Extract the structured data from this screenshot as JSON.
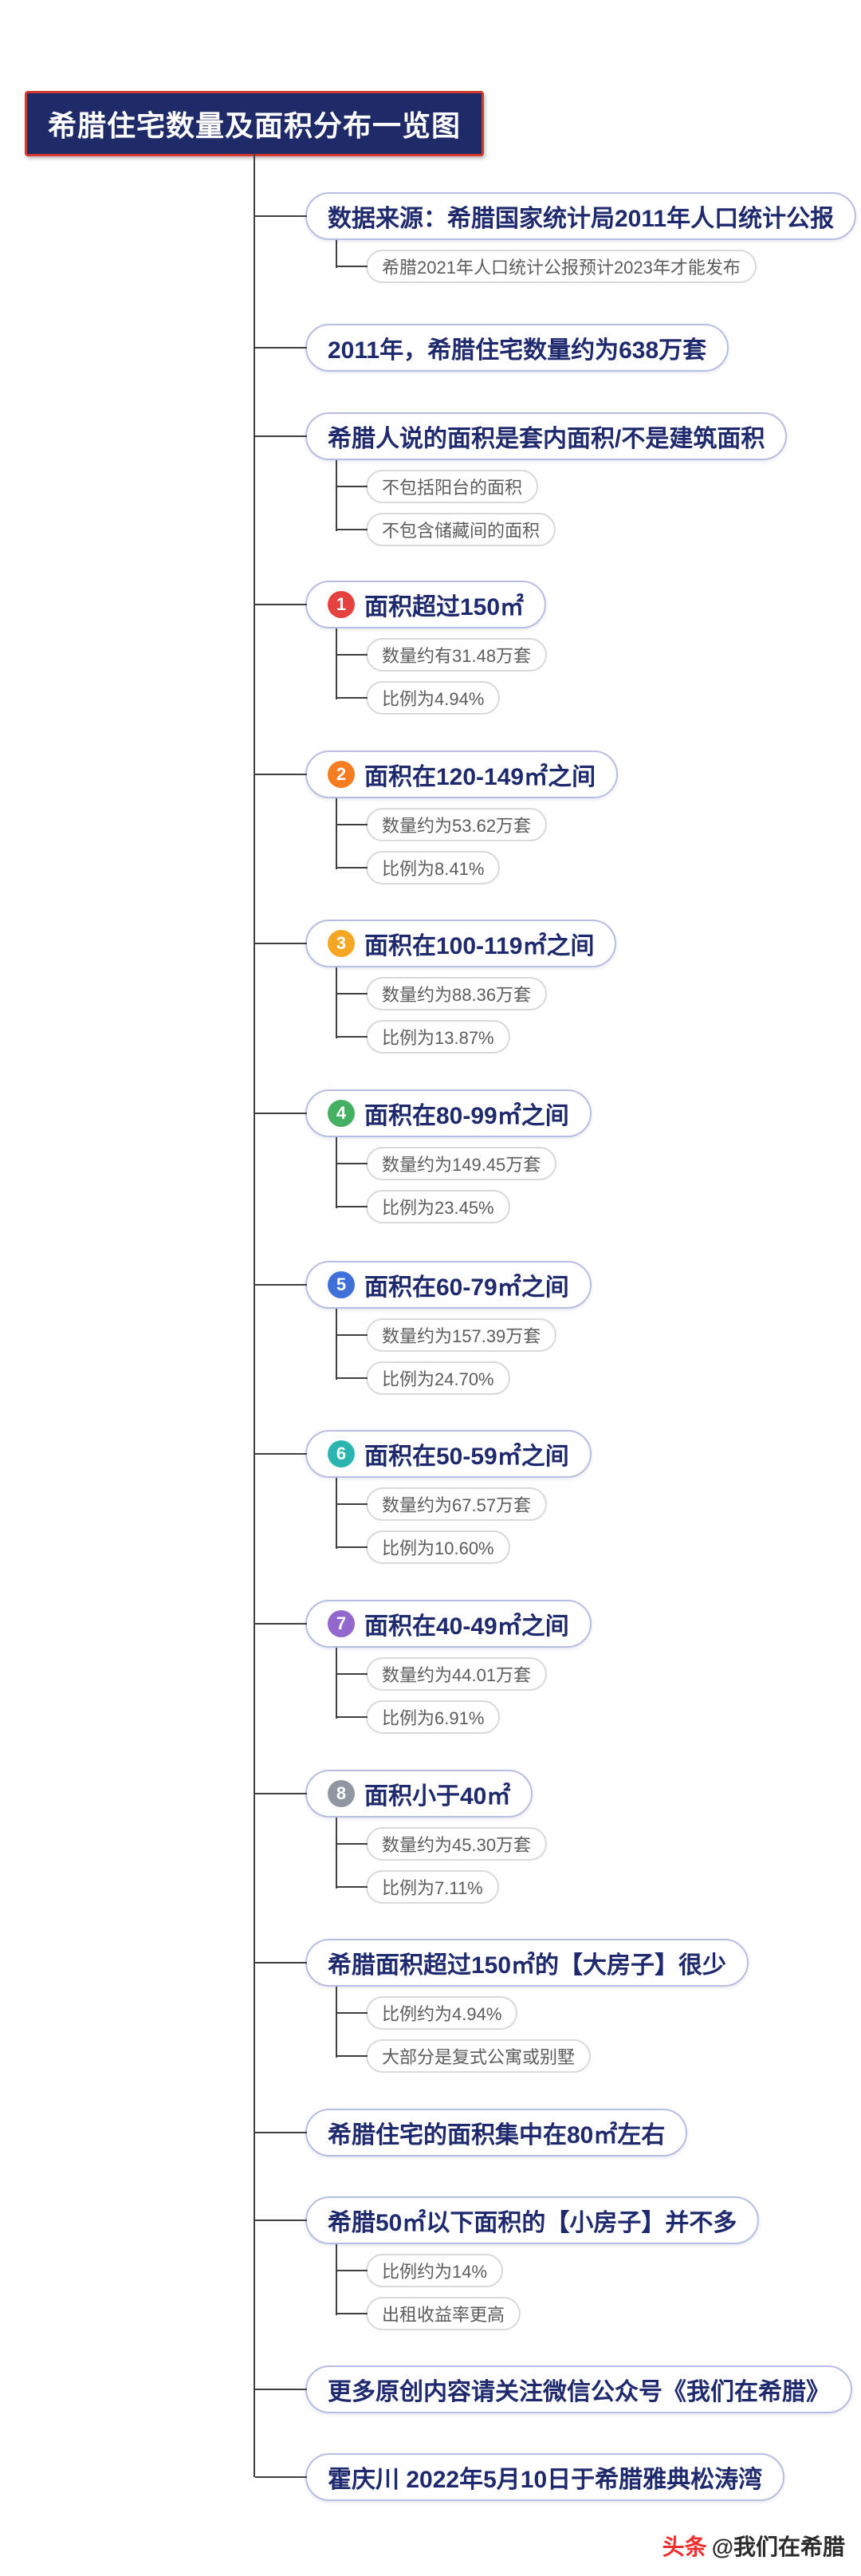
{
  "title": {
    "text": "希腊住宅数量及面积分布一览图",
    "bg_color": "#1f2a68",
    "border_color": "#d23a2e",
    "text_color": "#ffffff"
  },
  "colors": {
    "line": "#3f3f3f",
    "main_node_border": "#b8bde4",
    "main_node_text": "#1f2a6e",
    "child_node_border": "#d9d9d9",
    "child_node_text": "#5c5c5c"
  },
  "branches": [
    {
      "label": "数据来源：希腊国家统计局2011年人口统计公报",
      "children": [
        "希腊2021年人口统计公报预计2023年才能发布"
      ]
    },
    {
      "label": "2011年，希腊住宅数量约为638万套",
      "children": []
    },
    {
      "label": "希腊人说的面积是套内面积/不是建筑面积",
      "children": [
        "不包括阳台的面积",
        "不包含储藏间的面积"
      ]
    },
    {
      "badge": "1",
      "badge_color": "#e5413e",
      "label": "面积超过150㎡",
      "children": [
        "数量约有31.48万套",
        "比例为4.94%"
      ]
    },
    {
      "badge": "2",
      "badge_color": "#f57c20",
      "label": "面积在120-149㎡之间",
      "children": [
        "数量约为53.62万套",
        "比例为8.41%"
      ]
    },
    {
      "badge": "3",
      "badge_color": "#f5a623",
      "label": "面积在100-119㎡之间",
      "children": [
        "数量约为88.36万套",
        "比例为13.87%"
      ]
    },
    {
      "badge": "4",
      "badge_color": "#45b061",
      "label": "面积在80-99㎡之间",
      "children": [
        "数量约为149.45万套",
        "比例为23.45%"
      ]
    },
    {
      "badge": "5",
      "badge_color": "#3f6fd8",
      "label": "面积在60-79㎡之间",
      "children": [
        "数量约为157.39万套",
        "比例为24.70%"
      ]
    },
    {
      "badge": "6",
      "badge_color": "#2ab5b0",
      "label": "面积在50-59㎡之间",
      "children": [
        "数量约为67.57万套",
        "比例为10.60%"
      ]
    },
    {
      "badge": "7",
      "badge_color": "#9268cf",
      "label": "面积在40-49㎡之间",
      "children": [
        "数量约为44.01万套",
        "比例为6.91%"
      ]
    },
    {
      "badge": "8",
      "badge_color": "#9097a1",
      "label": "面积小于40㎡",
      "children": [
        "数量约为45.30万套",
        "比例为7.11%"
      ]
    },
    {
      "label": "希腊面积超过150㎡的【大房子】很少",
      "children": [
        "比例约为4.94%",
        "大部分是复式公寓或别墅"
      ]
    },
    {
      "label": "希腊住宅的面积集中在80㎡左右",
      "children": []
    },
    {
      "label": "希腊50㎡以下面积的【小房子】并不多",
      "children": [
        "比例约为14%",
        "出租收益率更高"
      ]
    },
    {
      "label": "更多原创内容请关注微信公众号《我们在希腊》",
      "children": []
    },
    {
      "label": "霍庆川 2022年5月10日于希腊雅典松涛湾",
      "children": []
    }
  ],
  "watermark": {
    "logo_text": "头条",
    "handle_text": "@我们在希腊",
    "logo_color": "#ee2f2e"
  }
}
